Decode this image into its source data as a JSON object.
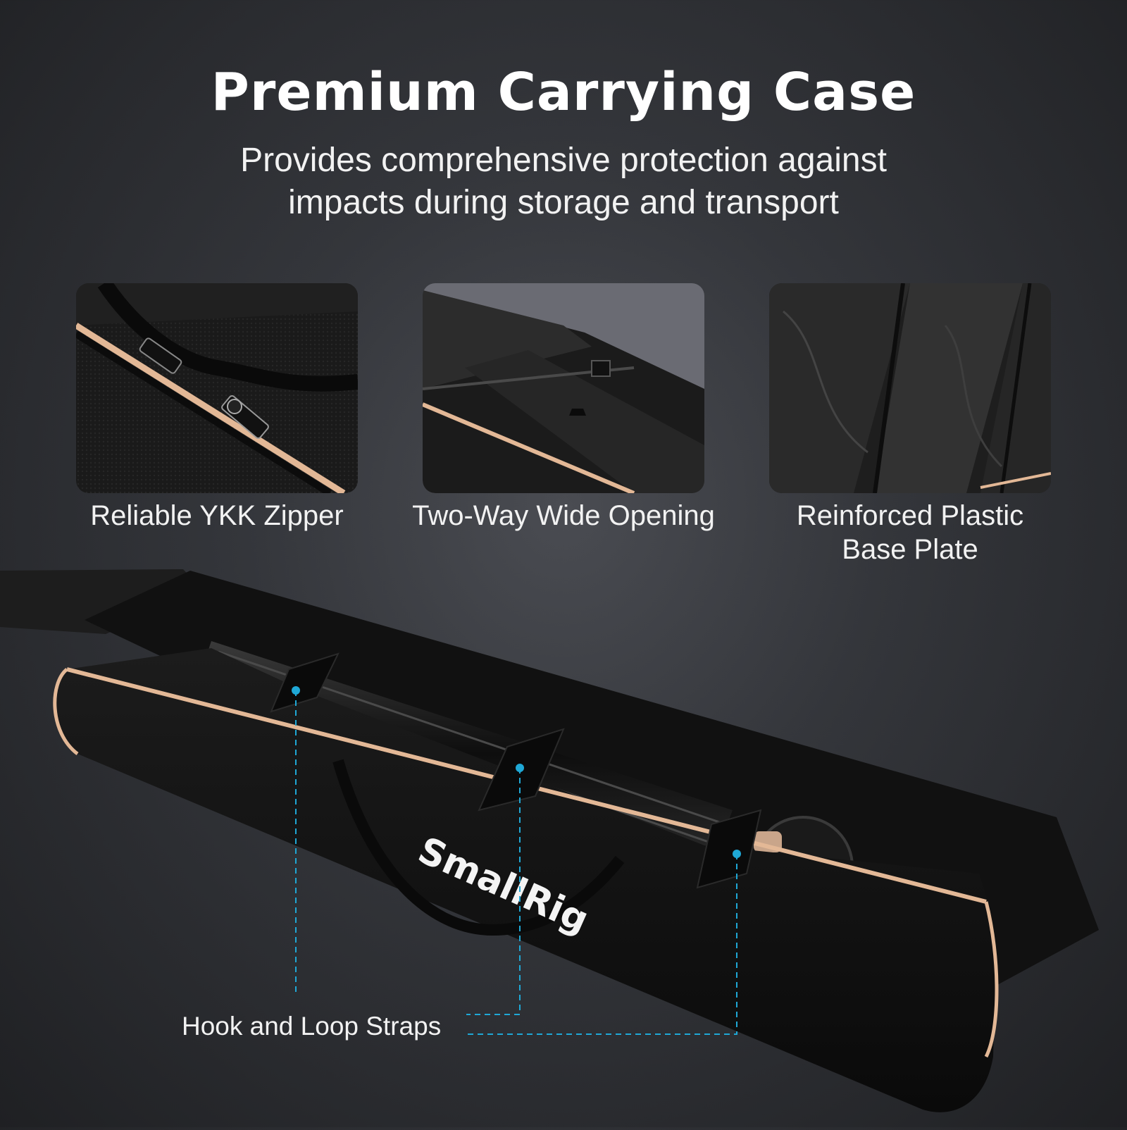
{
  "header": {
    "title": "Premium Carrying Case",
    "subtitle_line1": "Provides comprehensive protection against",
    "subtitle_line2": "impacts during storage and transport"
  },
  "features": [
    {
      "label": "Reliable YKK Zipper"
    },
    {
      "label": "Two-Way Wide Opening"
    },
    {
      "label_line1": "Reinforced Plastic",
      "label_line2": "Base Plate"
    }
  ],
  "bag": {
    "brand": "SmallRig",
    "callout_label": "Hook and Loop Straps"
  },
  "colors": {
    "accent_trim": "#e3b896",
    "callout_line": "#1fa8d6",
    "bag_body": "#141414"
  }
}
